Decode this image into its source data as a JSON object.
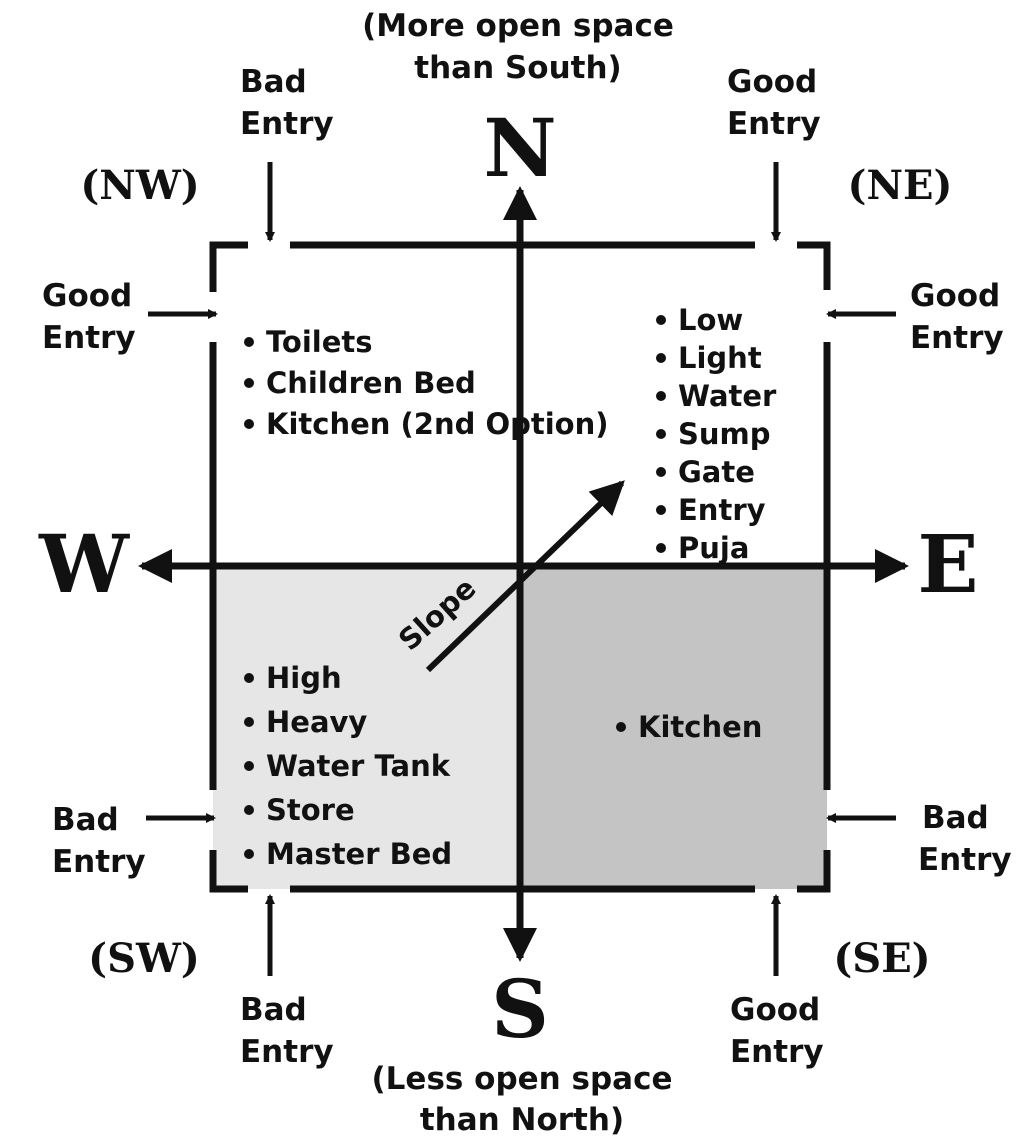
{
  "colors": {
    "ink": "#111111",
    "sw_fill": "#e6e6e6",
    "se_fill": "#c4c4c4",
    "background": "#ffffff"
  },
  "directions": {
    "north": "N",
    "south": "S",
    "east": "E",
    "west": "W"
  },
  "corners": {
    "nw": "(NW)",
    "ne": "(NE)",
    "sw": "(SW)",
    "se": "(SE)"
  },
  "captions": {
    "north_line1": "(More open space",
    "north_line2": "than South)",
    "south_line1": "(Less open space",
    "south_line2": "than North)"
  },
  "entries": {
    "top_left": {
      "line1": "Bad",
      "line2": "Entry"
    },
    "top_right": {
      "line1": "Good",
      "line2": "Entry"
    },
    "left_upper": {
      "line1": "Good",
      "line2": "Entry"
    },
    "right_upper": {
      "line1": "Good",
      "line2": "Entry"
    },
    "left_lower": {
      "line1": "Bad",
      "line2": "Entry"
    },
    "right_lower": {
      "line1": "Bad",
      "line2": "Entry"
    },
    "bottom_left": {
      "line1": "Bad",
      "line2": "Entry"
    },
    "bottom_right": {
      "line1": "Good",
      "line2": "Entry"
    }
  },
  "quadrants": {
    "nw": [
      "Toilets",
      "Children Bed",
      "Kitchen (2nd Option)"
    ],
    "ne": [
      "Low",
      "Light",
      "Water",
      "Sump",
      "Gate",
      "Entry",
      "Puja"
    ],
    "sw": [
      "High",
      "Heavy",
      "Water Tank",
      "Store",
      "Master Bed"
    ],
    "se": [
      "Kitchen"
    ]
  },
  "slope_label": "Slope"
}
